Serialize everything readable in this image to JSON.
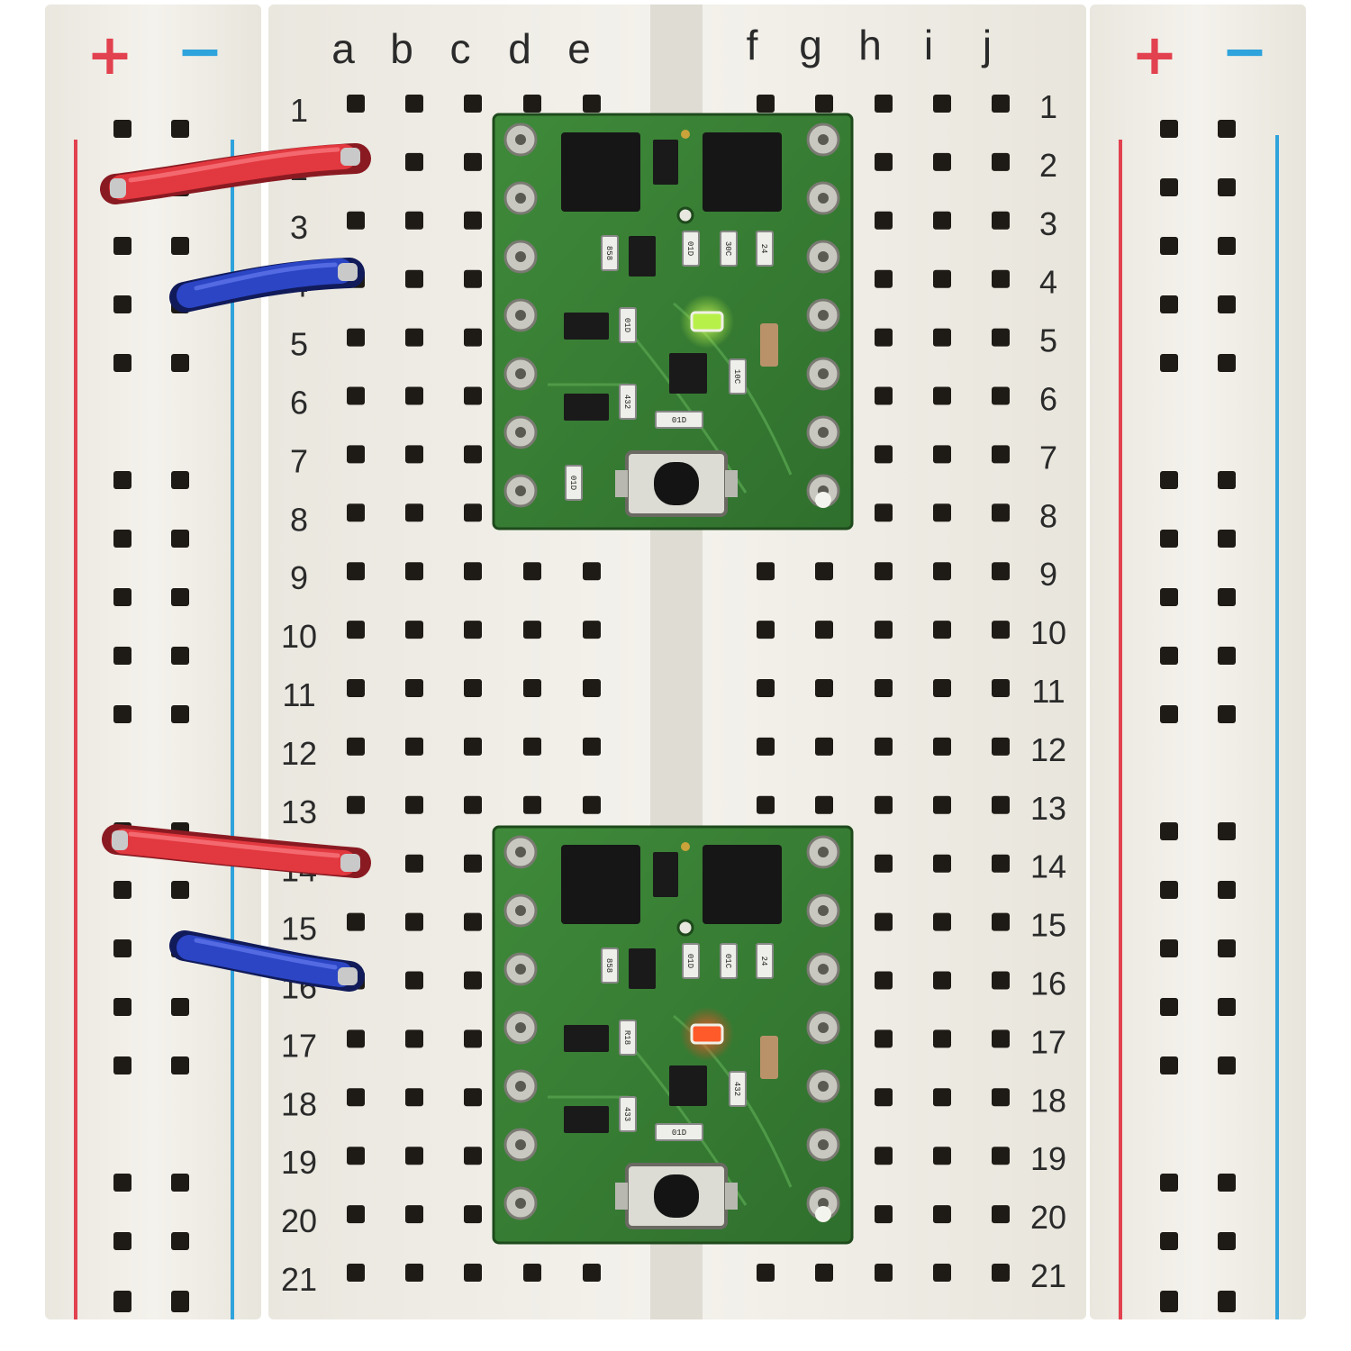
{
  "breadboard": {
    "rail_labels": {
      "left_plus": "+",
      "left_minus": "−",
      "right_plus": "+",
      "right_minus": "−"
    },
    "columns_left": [
      "a",
      "b",
      "c",
      "d",
      "e"
    ],
    "columns_right": [
      "f",
      "g",
      "h",
      "i",
      "j"
    ],
    "rows": [
      "1",
      "2",
      "3",
      "4",
      "5",
      "6",
      "7",
      "8",
      "9",
      "10",
      "11",
      "12",
      "13",
      "14",
      "15",
      "16",
      "17",
      "18",
      "19",
      "20",
      "21"
    ],
    "colors": {
      "board": "#f1efe9",
      "hole": "#1e1b16",
      "rail_red": "#e2414f",
      "rail_blue": "#2fa3dc"
    }
  },
  "modules": [
    {
      "rows": [
        1,
        8
      ],
      "led_color": "#b8f04a",
      "part_marks": [
        "858",
        "01D",
        "30C",
        "24",
        "01D",
        "10C",
        "432",
        "01D",
        "01D"
      ]
    },
    {
      "rows": [
        14,
        20
      ],
      "led_color": "#ff5a2a",
      "part_marks": [
        "858",
        "01D",
        "01C",
        "24",
        "R18",
        "432",
        "433",
        "01D"
      ]
    }
  ],
  "wires": [
    {
      "color": "red",
      "hex": "#e2383f"
    },
    {
      "color": "blue",
      "hex": "#2b45c4"
    },
    {
      "color": "red",
      "hex": "#e2383f"
    },
    {
      "color": "blue",
      "hex": "#2b45c4"
    }
  ]
}
